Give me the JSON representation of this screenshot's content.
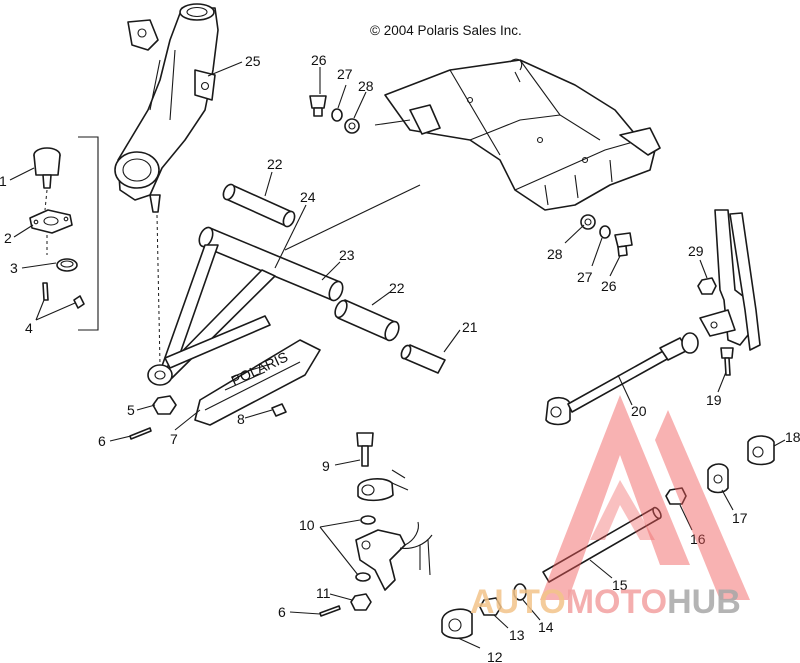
{
  "copyright": "© 2004 Polaris Sales Inc.",
  "callouts": [
    "1",
    "2",
    "3",
    "4",
    "5",
    "6",
    "7",
    "8",
    "9",
    "10",
    "11",
    "6",
    "12",
    "13",
    "14",
    "15",
    "16",
    "17",
    "18",
    "19",
    "20",
    "21",
    "22",
    "22",
    "23",
    "24",
    "25",
    "26",
    "27",
    "28",
    "28",
    "27",
    "26",
    "29"
  ],
  "watermark": {
    "part_a": "AUTO",
    "part_b": "MOTO",
    "part_c": "HUB",
    "color_a": "#f3c48a",
    "color_b": "#f3a0a0",
    "color_c": "#a8a8a8",
    "triangle_color": "#f05a5a"
  }
}
